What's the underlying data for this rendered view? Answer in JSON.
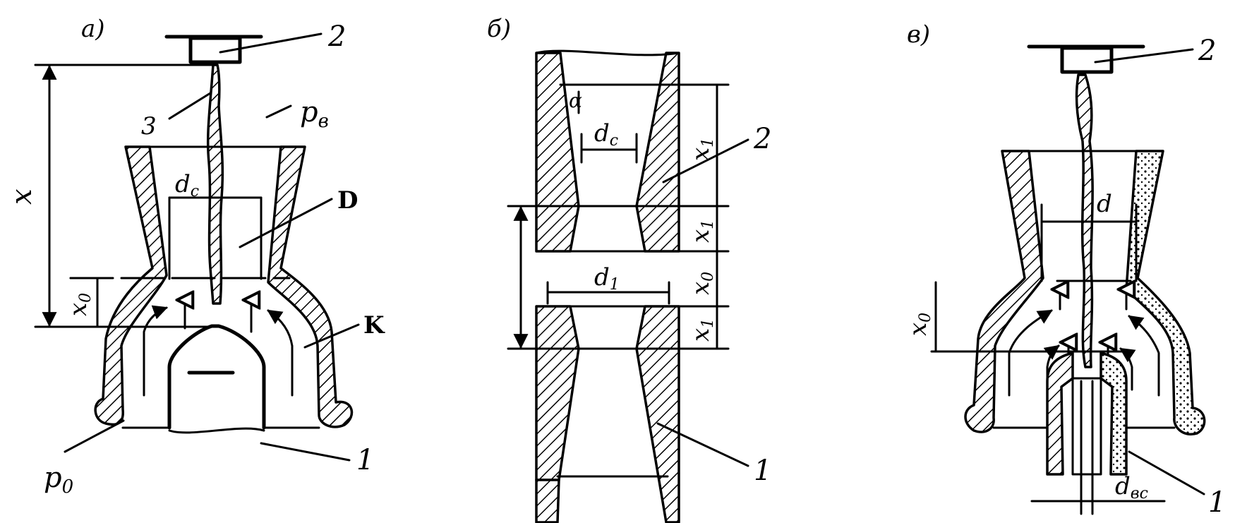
{
  "figure": {
    "panel_a": {
      "tag": "а)",
      "callouts": {
        "n1": "1",
        "n2": "2",
        "n3": "3"
      },
      "symbols": {
        "p_b": "p",
        "p_b_sub": "в",
        "p_0": "p",
        "p_0_sub": "0",
        "d_c": "d",
        "d_c_sub": "c",
        "x": "x",
        "x0": "x",
        "x0_sub": "0",
        "D": "D",
        "K": "K"
      }
    },
    "panel_b": {
      "tag": "б)",
      "callouts": {
        "n1": "1",
        "n2": "2"
      },
      "symbols": {
        "alpha": "α",
        "d_c": "d",
        "d_c_sub": "c",
        "d_1": "d",
        "d_1_sub": "1",
        "x1a": "x",
        "x1a_sub": "1",
        "x1b": "x",
        "x1b_sub": "1",
        "x1c": "x",
        "x1c_sub": "1",
        "x0": "x",
        "x0_sub": "0"
      }
    },
    "panel_v": {
      "tag": "в)",
      "callouts": {
        "n1": "1",
        "n2": "2"
      },
      "symbols": {
        "d": "d",
        "x0": "x",
        "x0_sub": "0",
        "d_bc": "d",
        "d_bc_sub": "вс"
      }
    },
    "colors": {
      "ink": "#000000",
      "paper": "#ffffff"
    }
  }
}
